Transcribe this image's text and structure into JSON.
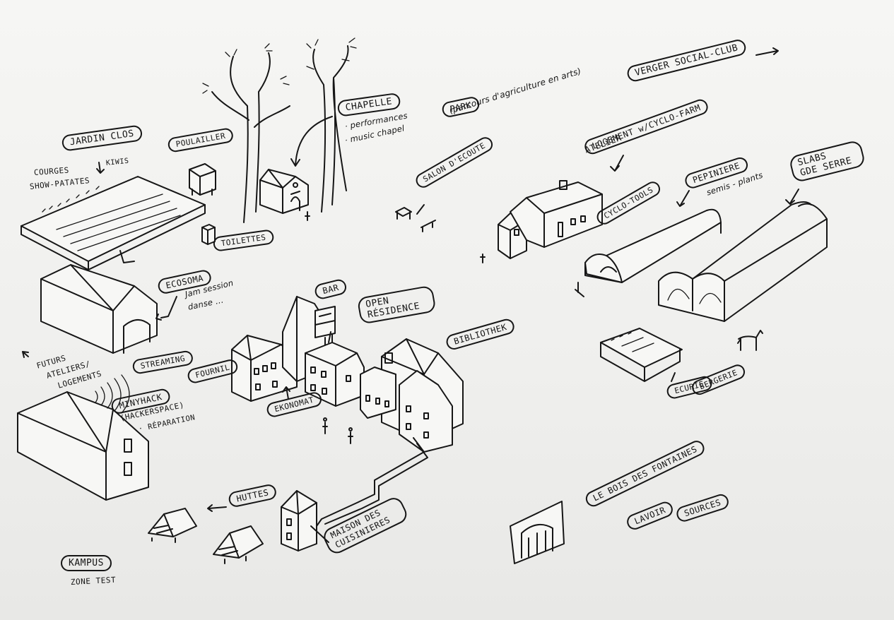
{
  "labels": {
    "jardin_clos": "JARDIN CLOS",
    "courges": "COURGES",
    "show_patates": "SHOW-PATATES",
    "kiwis": "KIWIS",
    "poulailler": "POULAILLER",
    "toilettes": "TOILETTES",
    "chapelle": "CHAPELLE",
    "chapelle_note1": "· performances",
    "chapelle_note2": "· music chapel",
    "park": "PARK",
    "park_note": "(parcours d'agriculture en arts)",
    "verger": "VERGER SOCIAL-CLUB",
    "atelier": "ATELIER",
    "logement": "LOGEMENT",
    "cyclo_farm": "w/CYCLO-FARM",
    "salon": "SALON D'ECOUTE",
    "cyclo_tools": "CYCLO-TOOLS",
    "pepiniere": "PEPINIERE",
    "semis": "semis - plants",
    "slabs": "SLABS",
    "gde_serre": "GDE SERRE",
    "ecosoma": "ECOSOMA",
    "jam": "Jam session",
    "danse": "danse ...",
    "bar": "BAR",
    "open": "OPEN",
    "residence": "RÉSIDENCE",
    "bibliothek": "BIBLIOTHEK",
    "futurs": "FUTURS",
    "ateliers": "ATELIERS/",
    "logements": "LOGEMENTS",
    "streaming": "STREAMING",
    "fournil": "FOURNIL",
    "minyhack": "MINYHACK",
    "hackerspace": "(HACKERSPACE)",
    "reparation": "· RÉPARATION",
    "ekonomat": "EKONOMAT",
    "ecurie": "ECURIE",
    "bergerie": "BERGERIE",
    "bois": "LE BOIS DES FONTAINES",
    "lavoir": "LAVOIR",
    "sources": "SOURCES",
    "huttes": "HUTTES",
    "maison": "MAISON DES",
    "cuisinieres": "CUISINIERES",
    "kampus": "KAMPUS",
    "zone_test": "ZONE TEST"
  }
}
